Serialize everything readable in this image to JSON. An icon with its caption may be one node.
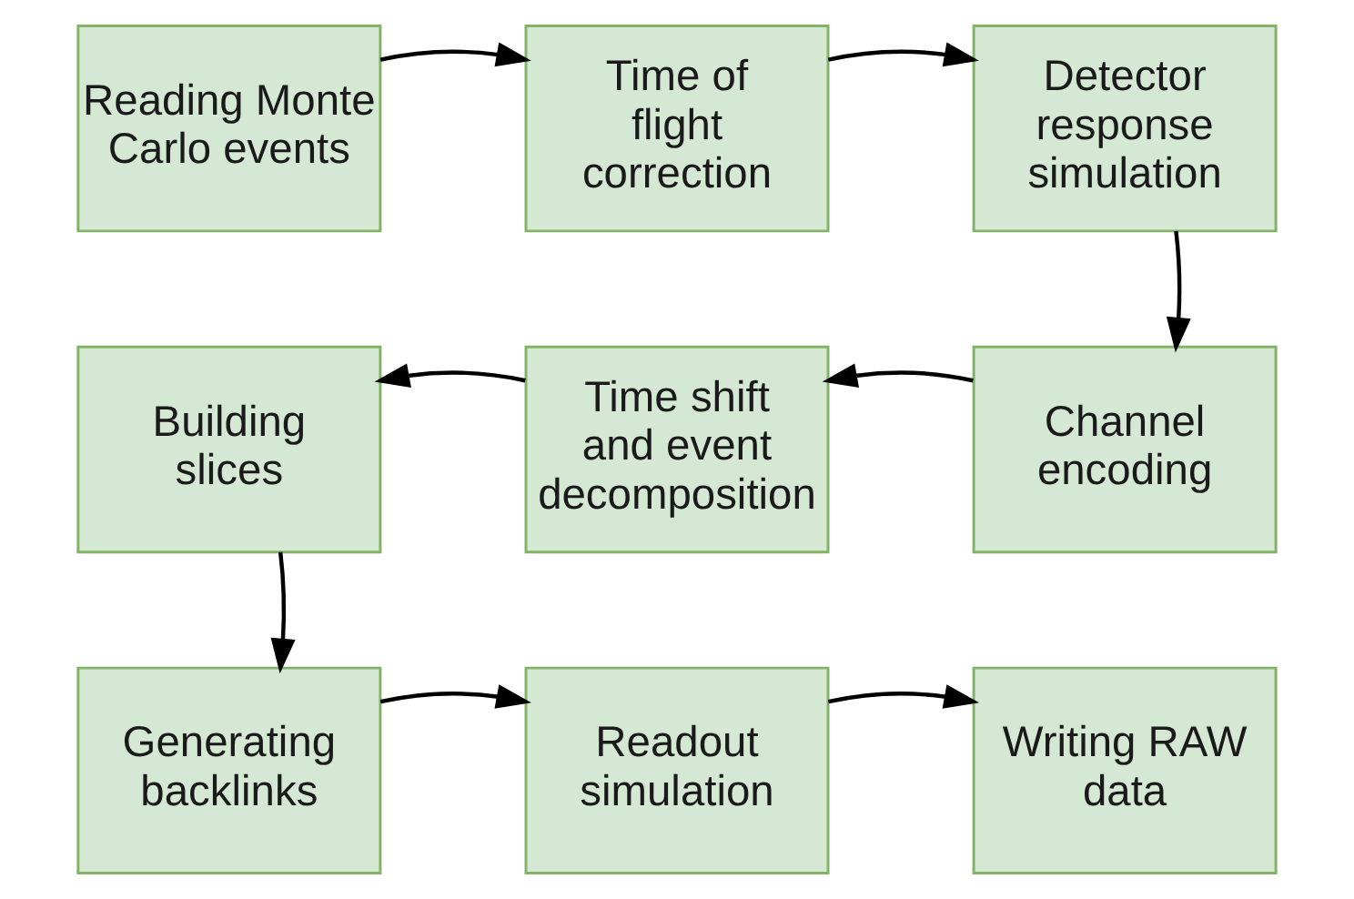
{
  "diagram": {
    "nodes": [
      {
        "text": [
          "Reading Monte Carlo events"
        ]
      },
      {
        "text": [
          "Time of flight correction"
        ]
      },
      {
        "text": [
          "Detector response simulation"
        ]
      },
      {
        "text": [
          "Building slices"
        ]
      },
      {
        "text": [
          "Time shift and event decomposition"
        ]
      },
      {
        "text": [
          "Channel encoding"
        ]
      },
      {
        "text": [
          "Generating backlinks"
        ]
      },
      {
        "text": [
          "Readout simulation"
        ]
      },
      {
        "text": [
          "Writing RAW data"
        ]
      }
    ],
    "edges": [
      {
        "from": 0,
        "to": 1,
        "arrow": "to"
      },
      {
        "from": 1,
        "to": 2,
        "arrow": "to"
      },
      {
        "from": 2,
        "to": 5,
        "arrow": "to"
      },
      {
        "from": 5,
        "to": 4,
        "arrow": "to"
      },
      {
        "from": 4,
        "to": 3,
        "arrow": "to"
      },
      {
        "from": 3,
        "to": 6,
        "arrow": "to"
      },
      {
        "from": 6,
        "to": 7,
        "arrow": "to"
      },
      {
        "from": 7,
        "to": 8,
        "arrow": "to"
      }
    ]
  }
}
